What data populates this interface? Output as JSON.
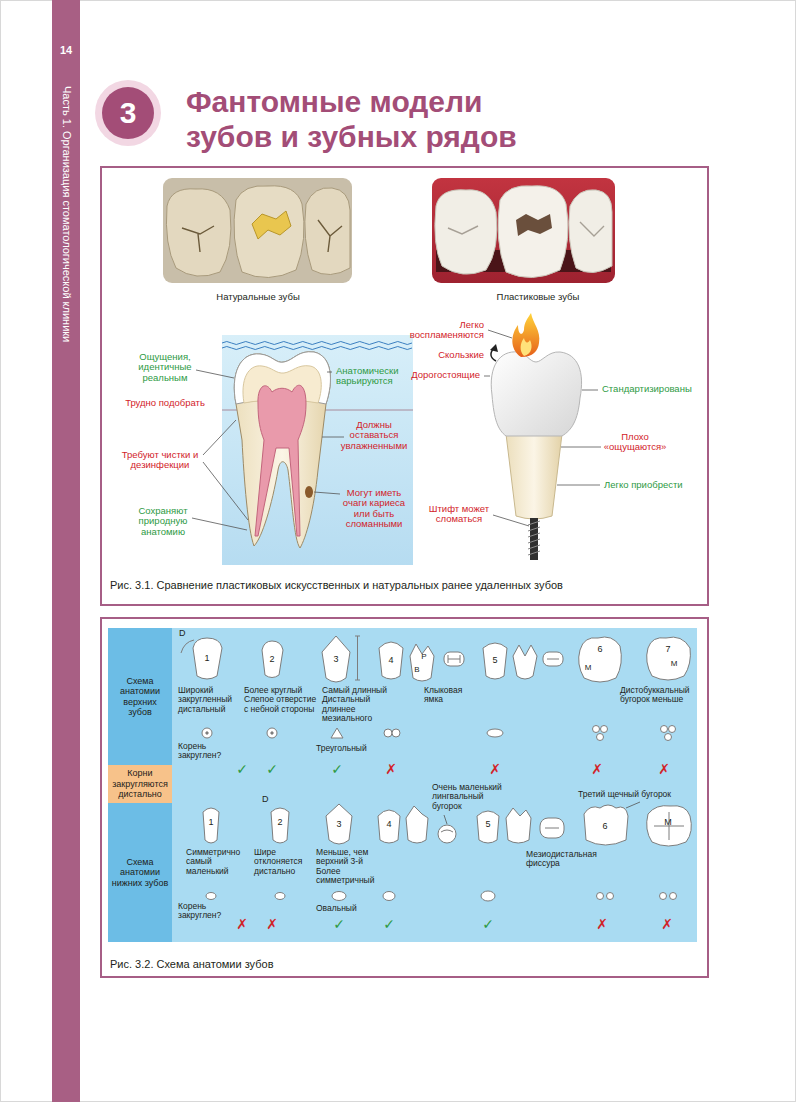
{
  "diagram": {
    "title": "Фантомные модели зубов и зубных рядов",
    "nodes": [
      {
        "text": [
          "14",
          "Часть 1. Организация стоматологической клиники"
        ]
      },
      {
        "text": [
          "3"
        ]
      },
      {
        "text": [
          "Рис. 3.1. Сравнение пластиковых искусственных и натуральных ранее удаленных зубов"
        ]
      },
      {
        "text": [
          "Рис. 3.2. Схема анатомии зубов"
        ]
      },
      {
        "text": [
          "Схема анатомии верхних зубов"
        ],
        "in": 3
      },
      {
        "text": [
          "Корни закругляются дистально"
        ],
        "in": 3
      },
      {
        "text": [
          "Схема анатомии нижних зубов"
        ],
        "in": 3
      }
    ],
    "labels": [
      "Натуральные зубы",
      "Пластиковые зубы",
      "Ощущения, идентичные реальным",
      "Трудно подобрать",
      "Требуют чистки и дезинфекции",
      "Сохраняют природную анатомию",
      "Анатомически варьируются",
      "Должны оставаться увлажненными",
      "Могут иметь очаги кариеса или быть сломанными",
      "Легко воспламеняются",
      "Скользкие",
      "Дорогостоящие",
      "Стандартизированы",
      "Плохо «ощущаются»",
      "Легко приобрести",
      "Штифт может сломаться",
      "D",
      "1",
      "2",
      "3",
      "4",
      "P",
      "B",
      "5",
      "6",
      "7",
      "M",
      "M",
      "Широкий закругленный дистальный",
      "Более круглый Слепое отверстие с небной стороны",
      "Самый длинный Дистальный длиннее мезиального",
      "Клыковая ямка",
      "Дистобуккальный бугорок меньше",
      "Корень закруглен?",
      "Треугольный",
      "✓",
      "✓",
      "✓",
      "✗",
      "✗",
      "✗",
      "✗",
      "Очень маленький лингвальный бугорок",
      "Третий щечный бугорок",
      "D",
      "1",
      "2",
      "3",
      "4",
      "5",
      "6",
      "M",
      "Симметрично самый маленький",
      "Шире отклоняется дистально",
      "Меньше, чем верхний 3-й Более симметричный",
      "Мезиодистальная фиссура",
      "Корень закруглен?",
      "Овальный",
      "✗",
      "✗",
      "✓",
      "✓",
      "✓",
      "✗",
      "✗"
    ]
  }
}
